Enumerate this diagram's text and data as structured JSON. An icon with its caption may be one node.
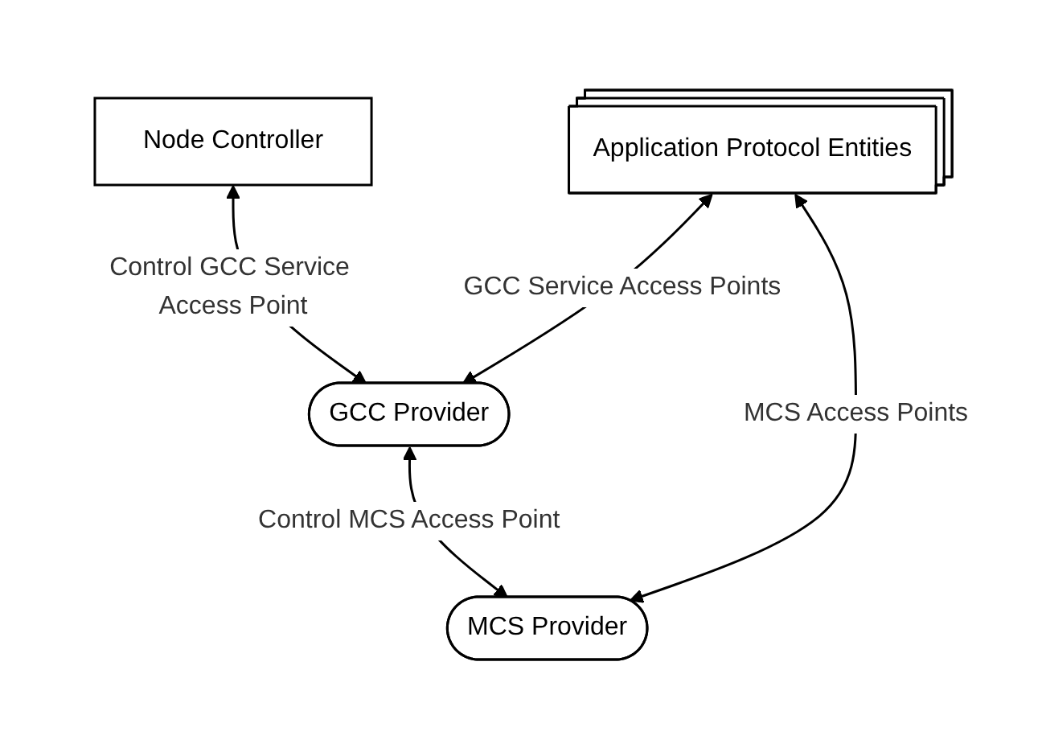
{
  "diagram": {
    "nodes": [
      {
        "text": [
          "Node Controller"
        ]
      },
      {
        "text": [
          "Application Protocol Entities"
        ]
      },
      {
        "text": [
          "GCC Provider"
        ]
      },
      {
        "text": [
          "MCS Provider"
        ]
      }
    ],
    "edges": [
      {
        "from": 0,
        "to": 2,
        "arrow": "both",
        "label": "Control GCC Service Access Point"
      },
      {
        "from": 1,
        "to": 2,
        "arrow": "both",
        "label": "GCC Service Access Points"
      },
      {
        "from": 2,
        "to": 3,
        "arrow": "both",
        "label": "Control MCS Access Point"
      },
      {
        "from": 1,
        "to": 3,
        "arrow": "both",
        "label": "MCS Access Points"
      }
    ]
  }
}
